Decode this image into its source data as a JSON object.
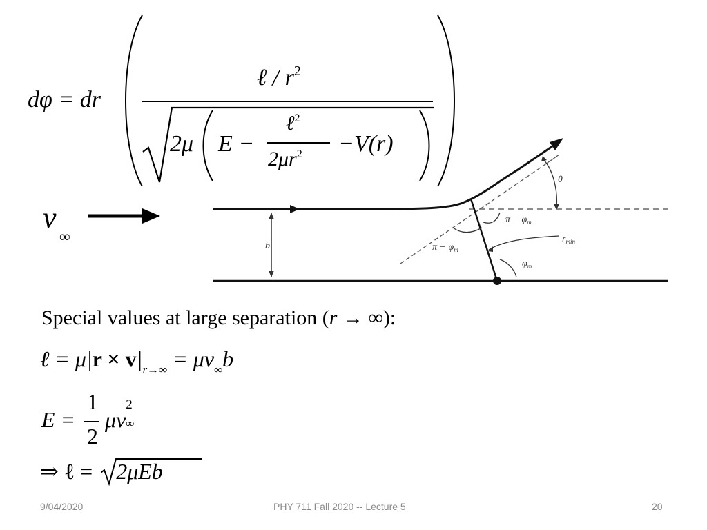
{
  "equation_main": {
    "lhs": "dφ = dr",
    "numerator": "ℓ / r",
    "numerator_exp": "2",
    "sqrt_content_a": "2μ",
    "E": "E −",
    "inner_num": "ℓ",
    "inner_num_exp": "2",
    "inner_den": "2μr",
    "inner_den_exp": "2",
    "tail": "−V(r)"
  },
  "velocity_label": {
    "symbol": "v",
    "subscript": "∞"
  },
  "diagram": {
    "theta": "θ",
    "pi_minus_phi_upper": "π − φ",
    "pi_minus_phi_lower": "π − φ",
    "phi_sub": "m",
    "r_min": "r",
    "r_min_sub": "min",
    "phi_m": "φ",
    "b": "b"
  },
  "special_values": {
    "intro": "Special values at large separation (",
    "intro_r": "r",
    "intro_arrow": " → ∞",
    "intro_close": "):",
    "l_eq_prefix": "ℓ = μ|",
    "l_eq_bold": "r × v",
    "l_eq_bar": "|",
    "l_eq_sub": "r→∞",
    "l_eq_suffix": " = μv",
    "l_eq_sub2": "∞",
    "l_eq_end": "b",
    "E_lhs": "E =",
    "E_num": "1",
    "E_den": "2",
    "E_rhs": "μv",
    "E_sup": "2",
    "E_sub": "∞",
    "imp_prefix": "⇒ ℓ =",
    "imp_sqrt": "2μEb"
  },
  "footer": {
    "date": "9/04/2020",
    "title": "PHY 711  Fall 2020 -- Lecture 5",
    "page": "20"
  }
}
